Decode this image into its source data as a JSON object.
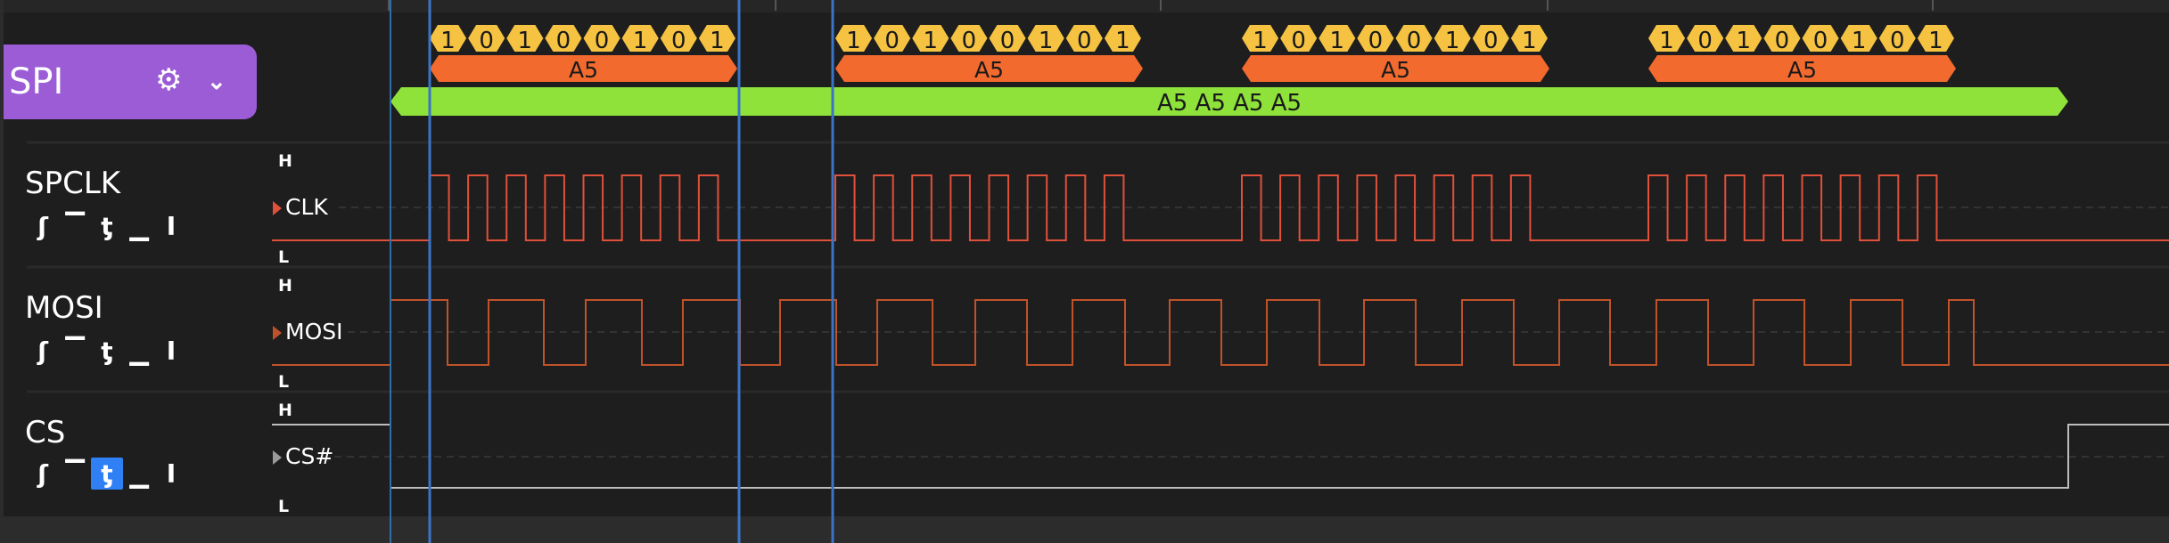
{
  "analyzer": {
    "name": "SPI",
    "settings_icon": "gear-icon",
    "dropdown_icon": "chevron-down-icon",
    "color": "#9b5cd6"
  },
  "bytes": [
    {
      "bits": [
        "1",
        "0",
        "1",
        "0",
        "0",
        "1",
        "0",
        "1"
      ],
      "value": "A5"
    },
    {
      "bits": [
        "1",
        "0",
        "1",
        "0",
        "0",
        "1",
        "0",
        "1"
      ],
      "value": "A5"
    },
    {
      "bits": [
        "1",
        "0",
        "1",
        "0",
        "0",
        "1",
        "0",
        "1"
      ],
      "value": "A5"
    },
    {
      "bits": [
        "1",
        "0",
        "1",
        "0",
        "0",
        "1",
        "0",
        "1"
      ],
      "value": "A5"
    }
  ],
  "transaction": {
    "label": "A5 A5 A5 A5",
    "color": "#8ee23a"
  },
  "colors": {
    "bit": "#f5c242",
    "byte": "#f26a2e",
    "clk": "#e0503a",
    "mosi": "#c0522a",
    "cs": "#bdbdbd",
    "cursor": "#3a74c8"
  },
  "channels": [
    {
      "name": "SPCLK",
      "signal": "CLK",
      "high_label": "H",
      "low_label": "L",
      "arrow_color": "#e0503a",
      "active_trigger": null,
      "triggers": [
        "ʃ",
        "▔",
        "ƫ",
        "▁",
        "Ι"
      ]
    },
    {
      "name": "MOSI",
      "signal": "MOSI",
      "high_label": "H",
      "low_label": "L",
      "arrow_color": "#c0522a",
      "active_trigger": null,
      "triggers": [
        "ʃ",
        "▔",
        "ƫ",
        "▁",
        "Ι"
      ]
    },
    {
      "name": "CS",
      "signal": "CS#",
      "high_label": "H",
      "low_label": "L",
      "arrow_color": "#9a9a9a",
      "active_trigger": 2,
      "triggers": [
        "ʃ",
        "▔",
        "ƫ",
        "▁",
        "Ι"
      ]
    }
  ]
}
